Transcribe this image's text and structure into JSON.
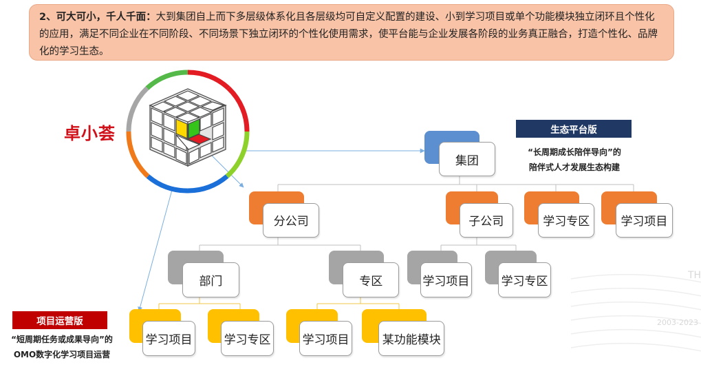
{
  "banner": {
    "lead": "2、可大可小，千人千面：",
    "text": "大到集团自上而下多层级体系化且各层级均可自定义配置的建设、小到学习项目或单个功能模块独立闭环且个性化的应用，满足不同企业在不同阶段、不同场景下独立闭环的个性化使用需求，使平台能与企业发展各阶段的业务真正融合，打造个性化、品牌化的学习生态。"
  },
  "brand": "卓小荟",
  "ecosystem": {
    "tag": "生态平台版",
    "line1": "“长周期成长陪伴导向”的",
    "line2": "陪伴式人才发展生态构建"
  },
  "project": {
    "tag": "项目运营版",
    "line1": "“短周期任务或成果导向”的",
    "line2": "OMO数字化学习项目运营"
  },
  "nodes": {
    "group": "集团",
    "branch": "分公司",
    "sub": "子公司",
    "sub_zone": "学习专区",
    "sub_project": "学习项目",
    "dept": "部门",
    "zone": "专区",
    "sub_c1": "学习项目",
    "sub_c2": "学习专区",
    "dept_c1": "学习项目",
    "dept_c2": "学习专区",
    "zone_c1": "学习项目",
    "zone_c2": "某功能模块"
  },
  "deco": {
    "years": "2003-2023",
    "letters": "TH"
  },
  "colors": {
    "blue": "#5b8fd0",
    "orange": "#ee7d31",
    "gray": "#a5a5a5",
    "yellow": "#ffc000",
    "navy": "#1f3864",
    "red_tag": "#c00000",
    "brand_red": "#d01018"
  }
}
